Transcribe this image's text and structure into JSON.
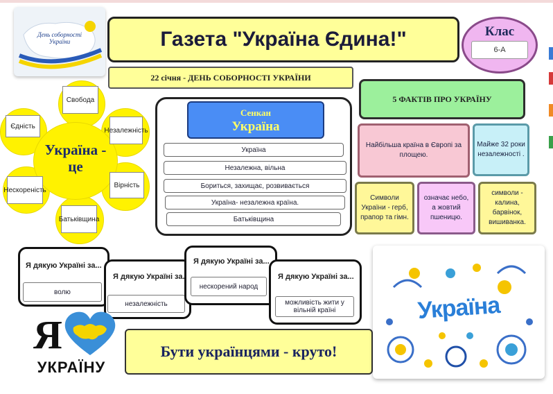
{
  "header": {
    "title": "Газета \"Україна Єдина!\"",
    "class_label": "Клас",
    "class_value": "6-А",
    "day_line": "22 січня - ДЕНЬ СОБОРНОСТІ УКРАЇНИ",
    "logo_text": "День соборності України"
  },
  "flower": {
    "center": "Україна - це",
    "petals": [
      "Свобода",
      "Незалежність",
      "Вірність",
      "Батьківщина",
      "Нескореність",
      "Єдність"
    ]
  },
  "sinkan": {
    "title_line1": "Сенкан",
    "title_line2": "Україна",
    "lines": [
      "Україна",
      "Незалежна, вільна",
      "Бориться, захищає, розвивається",
      "Україна- незалежна країна.",
      "Батьківщина"
    ]
  },
  "facts": {
    "title": "5 ФАКТІВ ПРО УКРАЇНУ",
    "items": [
      "Найбільша країна в Європі за площею.",
      "Майже 32 роки незалежності .",
      "Символи України - герб, прапор та гімн.",
      "означає небо, а жовтий пшеницю.",
      "символи - калина, барвінок, вишиванка."
    ]
  },
  "thanks": {
    "label": "Я дякую Україні за...",
    "items": [
      "волю",
      "незалежність",
      "нескорений народ",
      "можливість жити у вільній країні"
    ]
  },
  "slogan": {
    "ya": "Я",
    "ukrainu": "УКРАЇНУ"
  },
  "cool": "Бути українцями - круто!",
  "art_text": "Україна",
  "colors": {
    "yellow": "#fff200",
    "light_yellow": "#ffff99",
    "blue": "#4a8df5",
    "green": "#9cf09c",
    "pink": "#f8c8d4",
    "cyan": "#c8f0f8",
    "purple": "#f0b6f0"
  }
}
